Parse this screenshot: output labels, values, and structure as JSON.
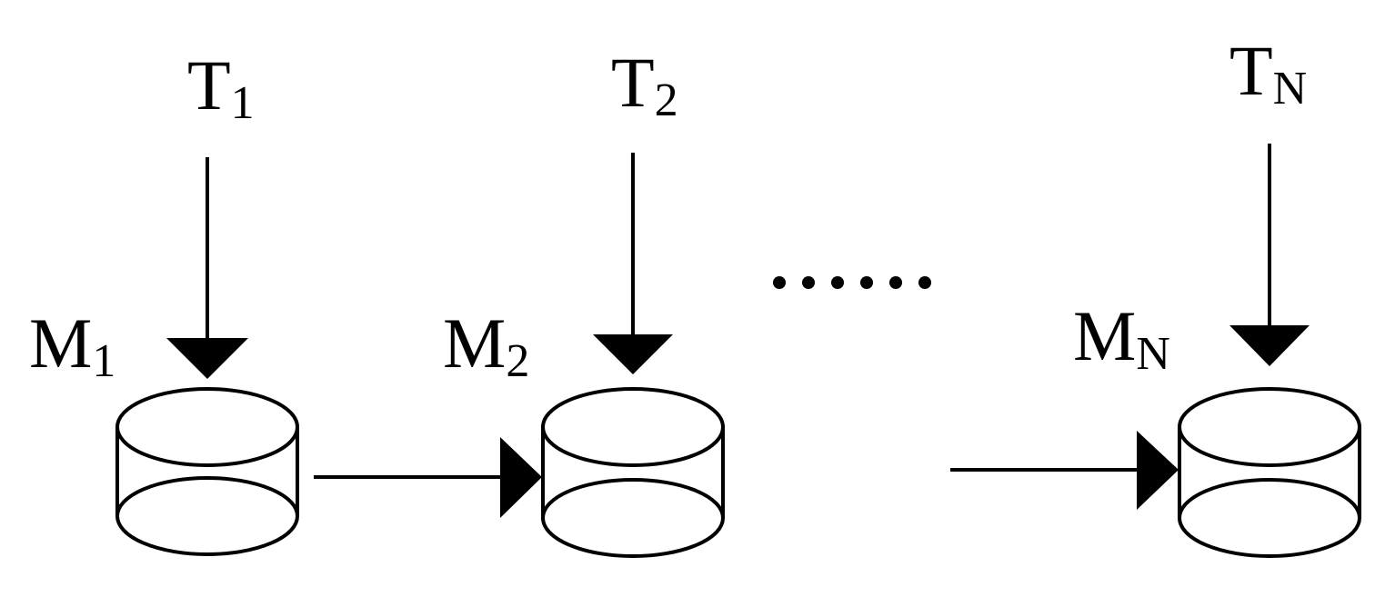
{
  "inputs": [
    {
      "letter": "T",
      "subscript": "1"
    },
    {
      "letter": "T",
      "subscript": "2"
    },
    {
      "letter": "T",
      "subscript": "N"
    }
  ],
  "stores": [
    {
      "letter": "M",
      "subscript": "1"
    },
    {
      "letter": "M",
      "subscript": "2"
    },
    {
      "letter": "M",
      "subscript": "N"
    }
  ],
  "ellipsis_dot_count": 6,
  "colors": {
    "ink": "#000000",
    "background": "#ffffff"
  }
}
